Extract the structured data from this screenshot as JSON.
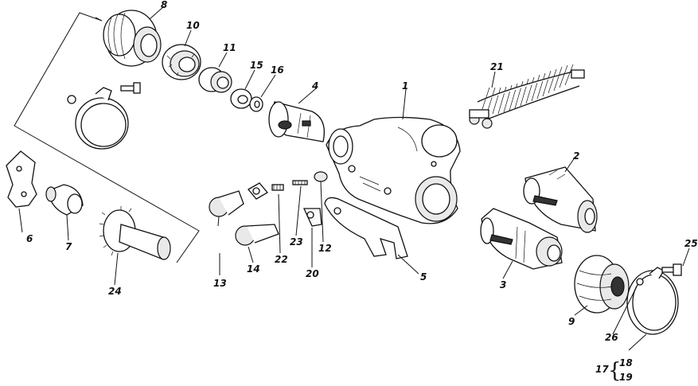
{
  "diagram": {
    "labels": {
      "n1": "1",
      "n2": "2",
      "n3": "3",
      "n4": "4",
      "n5": "5",
      "n6": "6",
      "n7": "7",
      "n8": "8",
      "n9": "9",
      "n10": "10",
      "n11": "11",
      "n12": "12",
      "n13": "13",
      "n14": "14",
      "n15": "15",
      "n16": "16",
      "n17": "17",
      "n18": "18",
      "n19": "19",
      "n20": "20",
      "n21": "21",
      "n22": "22",
      "n23": "23",
      "n24": "24",
      "n25": "25",
      "n26": "26"
    }
  }
}
